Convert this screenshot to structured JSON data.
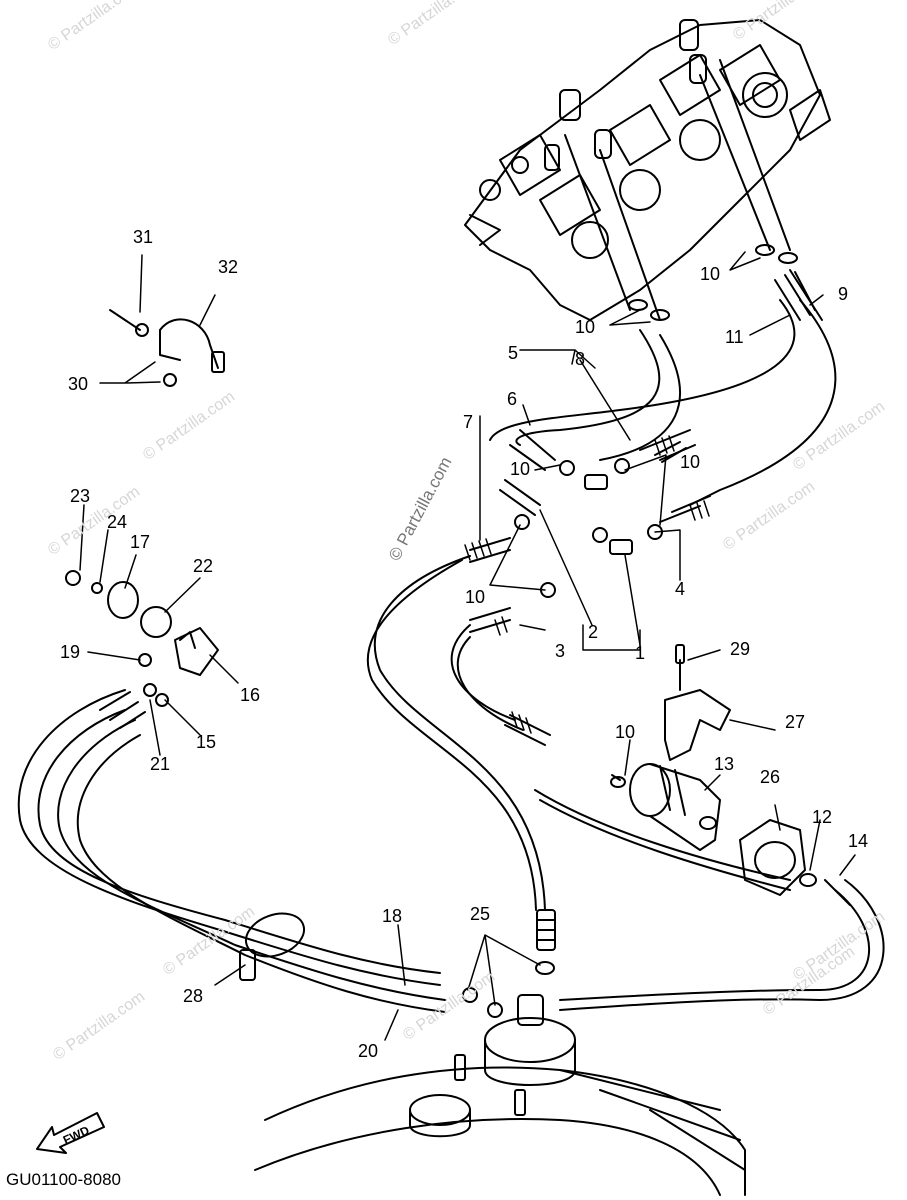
{
  "watermark": "© Partzilla.com",
  "diagram_code": "GU01100-8080",
  "fwd_label": "FWD",
  "callouts": {
    "c1": "1",
    "c2": "2",
    "c3": "3",
    "c4": "4",
    "c5": "5",
    "c6": "6",
    "c7": "7",
    "c8": "8",
    "c9": "9",
    "c10a": "10",
    "c10b": "10",
    "c10c": "10",
    "c10d": "10",
    "c10e": "10",
    "c10f": "10",
    "c11": "11",
    "c12": "12",
    "c13": "13",
    "c14": "14",
    "c15": "15",
    "c16": "16",
    "c17": "17",
    "c18": "18",
    "c19": "19",
    "c20": "20",
    "c21": "21",
    "c22": "22",
    "c23": "23",
    "c24": "24",
    "c25": "25",
    "c26": "26",
    "c27": "27",
    "c28": "28",
    "c29": "29",
    "c30": "30",
    "c31": "31",
    "c32": "32"
  }
}
